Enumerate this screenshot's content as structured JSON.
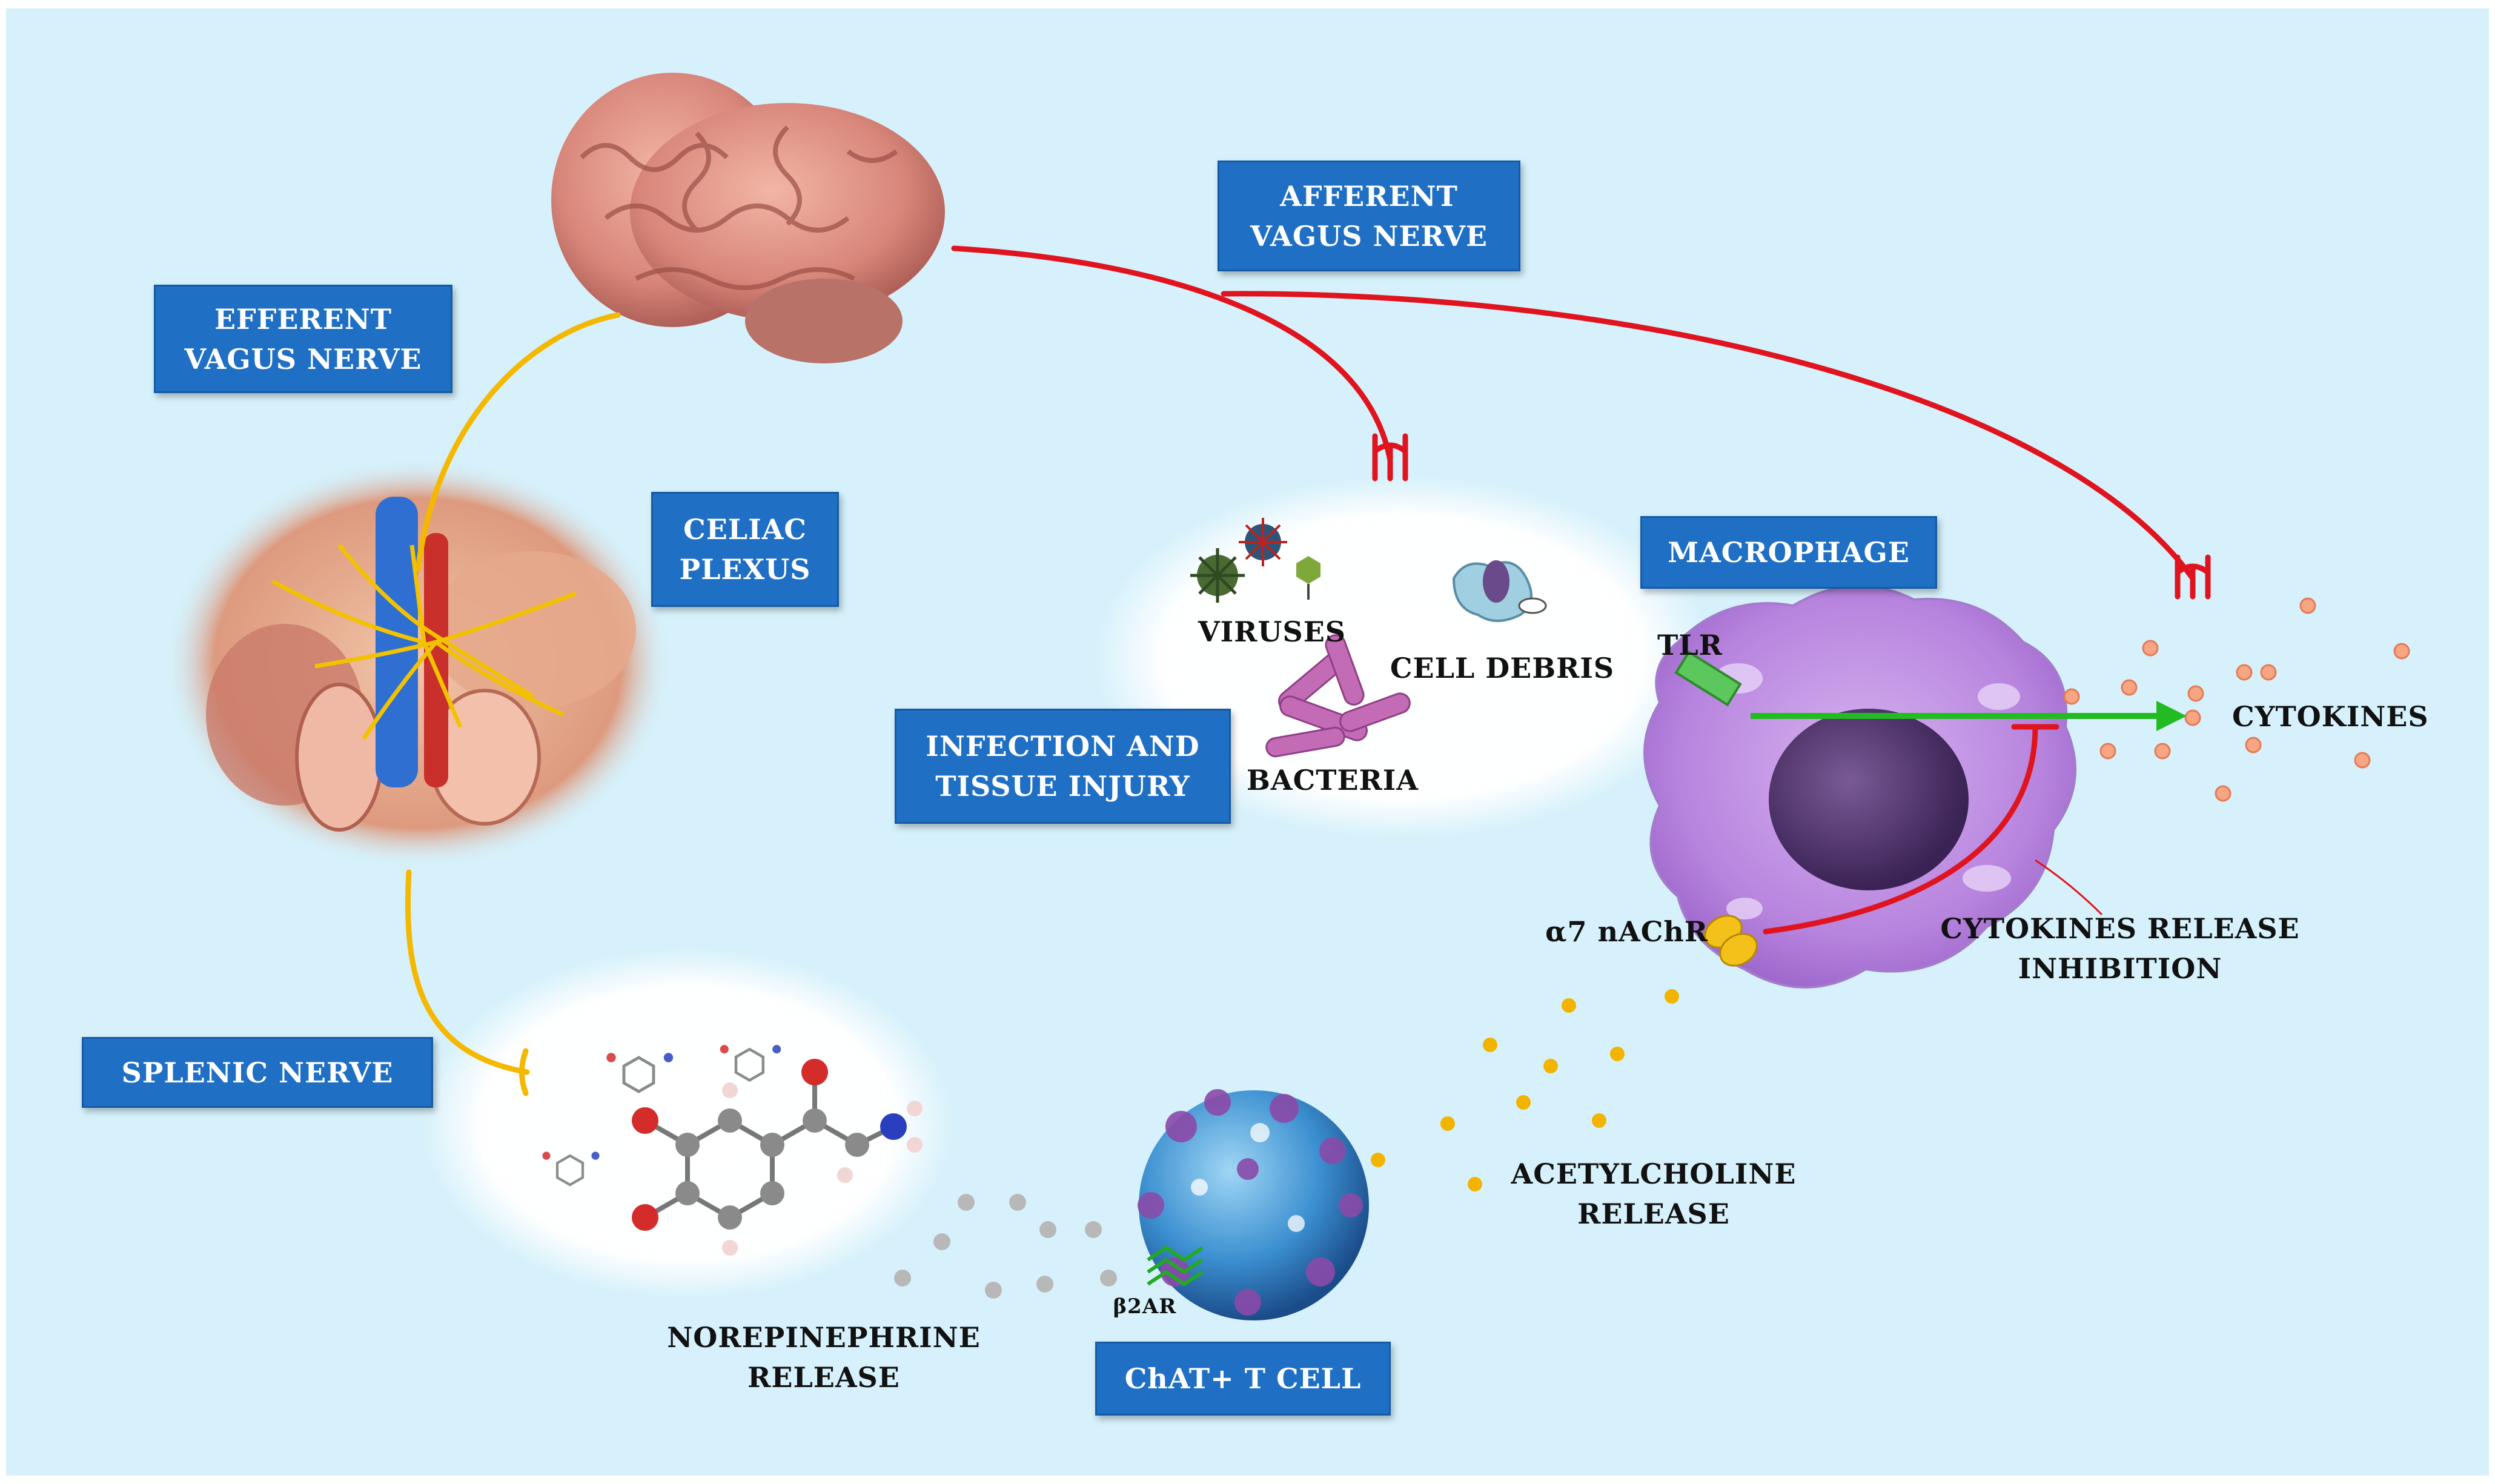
{
  "nodes": {
    "efferent_vagus_nerve": "EFFERENT\nVAGUS NERVE",
    "afferent_vagus_nerve": "AFFERENT\nVAGUS NERVE",
    "celiac_plexus": "CELIAC\nPLEXUS",
    "splenic_nerve": "SPLENIC NERVE",
    "infection_and_tissue_injury": "INFECTION AND\nTISSUE INJURY",
    "macrophage": "MACROPHAGE",
    "chat_t_cell": "ChAT+ T CELL"
  },
  "labels": {
    "viruses": "VIRUSES",
    "cell_debris": "CELL DEBRIS",
    "bacteria": "BACTERIA",
    "tlr": "TLR",
    "cytokines": "CYTOKINES",
    "a7_nachr": "α7 nAChR",
    "cytokines_release_inhibition": "CYTOKINES RELEASE\nINHIBITION",
    "acetylcholine_release": "ACETYLCHOLINE\nRELEASE",
    "norepinephrine_release": "NOREPINEPHRINE\nRELEASE",
    "b2ar": "β2AR"
  },
  "colors": {
    "background": "#d6f1fb",
    "box_fill": "#1f6fc5",
    "efferent_path": "#f5b800",
    "afferent_path": "#e0141e",
    "activation_arrow": "#22bb22",
    "cytokine_dot": "#f7a582",
    "acetylcholine_dot": "#f3b400",
    "norepinephrine_dot": "#b8b8b8"
  }
}
